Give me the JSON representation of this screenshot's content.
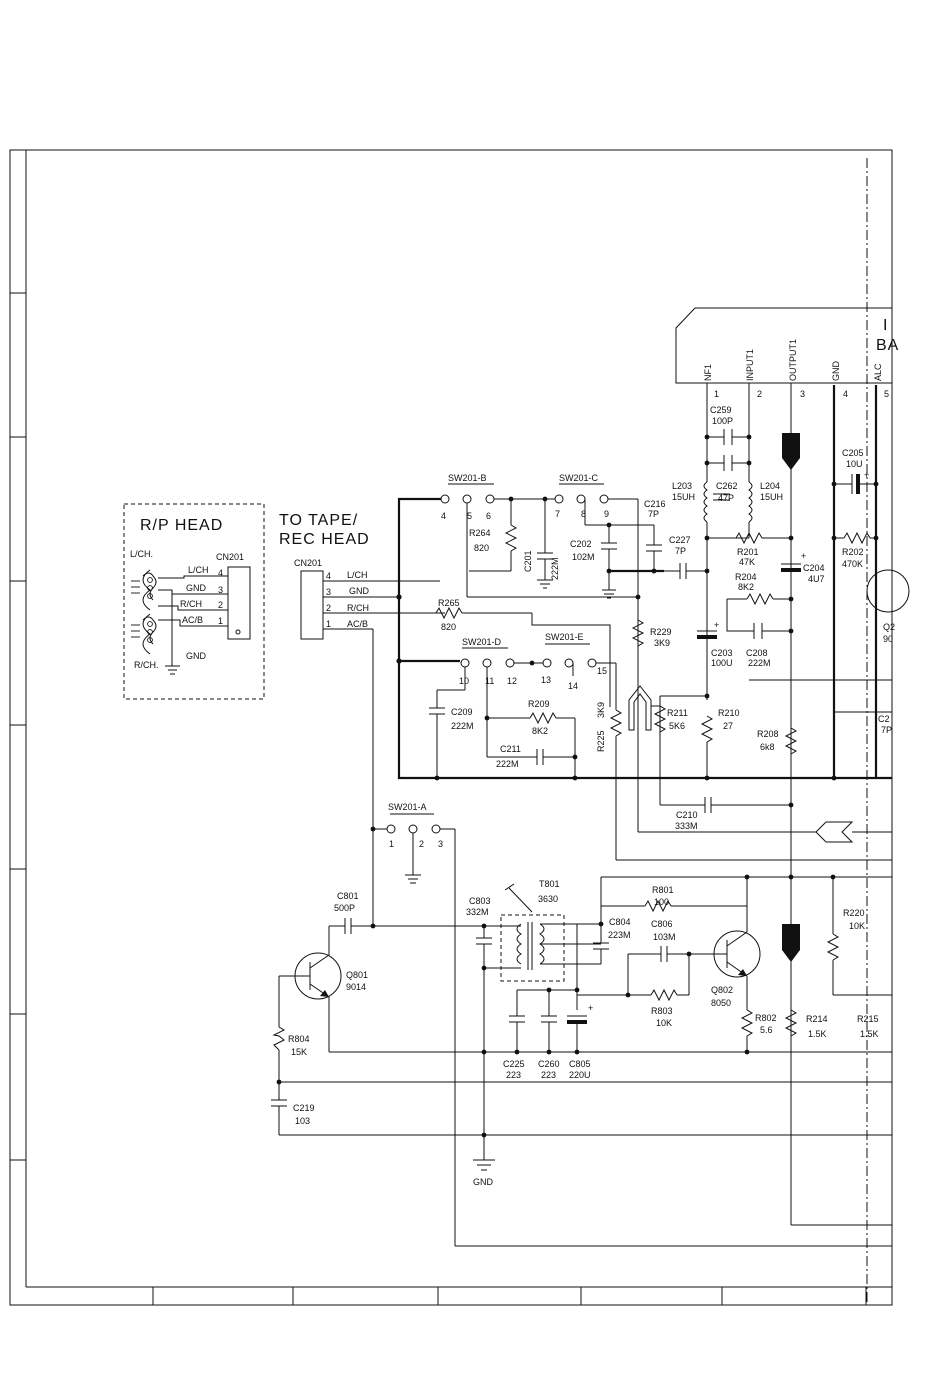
{
  "heads": {
    "rp_head": "R/P HEAD",
    "to_tape": "TO TAPE/",
    "rec_head": "REC HEAD"
  },
  "connectors": {
    "cn201_left": {
      "ref": "CN201",
      "pins": [
        "4",
        "3",
        "2",
        "1"
      ],
      "labels": [
        "L/CH",
        "GND",
        "R/CH",
        "AC/B"
      ],
      "left_ch": "L/CH.",
      "right_ch": "R/CH.",
      "gnd": "GND"
    },
    "cn201_right": {
      "ref": "CN201",
      "pins": [
        "4",
        "3",
        "2",
        "1"
      ],
      "labels": [
        "L/CH",
        "GND",
        "R/CH",
        "AC/B"
      ]
    }
  },
  "ic": {
    "pins": [
      {
        "name": "NF1",
        "num": "1"
      },
      {
        "name": "INPUT1",
        "num": "2"
      },
      {
        "name": "OUTPUT1",
        "num": "3"
      },
      {
        "name": "GND",
        "num": "4"
      },
      {
        "name": "ALC",
        "num": "5"
      }
    ],
    "label_fragment": "BA",
    "top_fragment": "I"
  },
  "switches": {
    "sw201b": {
      "ref": "SW201-B",
      "pins": [
        "4",
        "5",
        "6"
      ]
    },
    "sw201c": {
      "ref": "SW201-C",
      "pins": [
        "7",
        "8",
        "9"
      ]
    },
    "sw201d": {
      "ref": "SW201-D",
      "pins": [
        "10",
        "11",
        "12"
      ]
    },
    "sw201e": {
      "ref": "SW201-E",
      "pins": [
        "13",
        "14",
        "15"
      ]
    },
    "sw201a": {
      "ref": "SW201-A",
      "pins": [
        "1",
        "2",
        "3"
      ]
    }
  },
  "components": {
    "c259": [
      "C259",
      "100P"
    ],
    "c262": [
      "C262",
      "47P"
    ],
    "l203": [
      "L203",
      "15UH"
    ],
    "l204": [
      "L204",
      "15UH"
    ],
    "c205": [
      "C205",
      "10U"
    ],
    "c216": [
      "C216",
      "7P"
    ],
    "c227": [
      "C227",
      "7P"
    ],
    "r201": [
      "R201",
      "47K"
    ],
    "c204": [
      "C204",
      "4U7"
    ],
    "r202": [
      "R202",
      "470K"
    ],
    "r264": [
      "R264",
      "820"
    ],
    "c201": [
      "C201",
      "222M"
    ],
    "c202": [
      "C202",
      "102M"
    ],
    "r204": [
      "R204",
      "8K2"
    ],
    "r265": [
      "R265",
      "820"
    ],
    "r229": [
      "R229",
      "3K9"
    ],
    "c203": [
      "C203",
      "100U"
    ],
    "c208": [
      "C208",
      "222M"
    ],
    "q2x": [
      "Q2",
      "90"
    ],
    "c209": [
      "C209",
      "222M"
    ],
    "r209": [
      "R209",
      "8K2"
    ],
    "r225": [
      "R225",
      "3K9"
    ],
    "r211": [
      "R211",
      "5K6"
    ],
    "r210": [
      "R210",
      "27"
    ],
    "r208": [
      "R208",
      "6k8"
    ],
    "c2x": [
      "C2",
      "7P"
    ],
    "c211": [
      "C211",
      "222M"
    ],
    "c210": [
      "C210",
      "333M"
    ],
    "c801": [
      "C801",
      "500P"
    ],
    "c803": [
      "C803",
      "332M"
    ],
    "t801": [
      "T801",
      "3630"
    ],
    "r801": [
      "R801",
      "100"
    ],
    "c804": [
      "C804",
      "223M"
    ],
    "c806": [
      "C806",
      "103M"
    ],
    "r220": [
      "R220",
      "10K"
    ],
    "q801": [
      "Q801",
      "9014"
    ],
    "q802": [
      "Q802",
      "8050"
    ],
    "r803": [
      "R803",
      "10K"
    ],
    "r802": [
      "R802",
      "5.6"
    ],
    "r214": [
      "R214",
      "1.5K"
    ],
    "r215": [
      "R215",
      "1.5K"
    ],
    "r804": [
      "R804",
      "15K"
    ],
    "c225": [
      "C225",
      "223"
    ],
    "c260": [
      "C260",
      "223"
    ],
    "c805": [
      "C805",
      "220U"
    ],
    "c219": [
      "C219",
      "103"
    ]
  },
  "misc": {
    "gnd_bottom": "GND",
    "plus": "+"
  }
}
